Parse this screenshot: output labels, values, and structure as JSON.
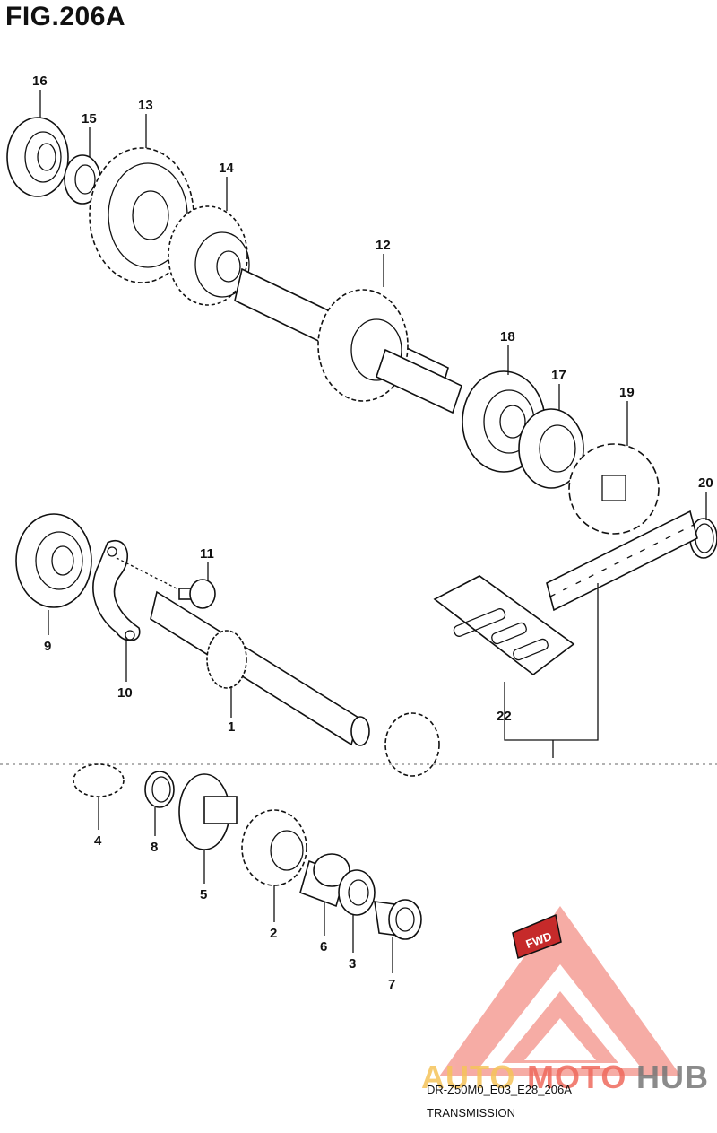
{
  "figure_title": "FIG.206A",
  "caption": {
    "code": "DR-Z50M0_E03_E28_206A",
    "name": "TRANSMISSION"
  },
  "watermark": {
    "part1": "AUTO",
    "part2": "MOTO",
    "part3": "HUB",
    "fwd_badge": "FWD"
  },
  "callouts": [
    "1",
    "2",
    "3",
    "4",
    "5",
    "6",
    "7",
    "8",
    "9",
    "10",
    "11",
    "12",
    "13",
    "14",
    "15",
    "16",
    "17",
    "18",
    "19",
    "20",
    "22"
  ],
  "colors": {
    "watermark_red": "#ef6a5d",
    "watermark_yellow": "#f5c45a",
    "watermark_gray": "#777777"
  }
}
